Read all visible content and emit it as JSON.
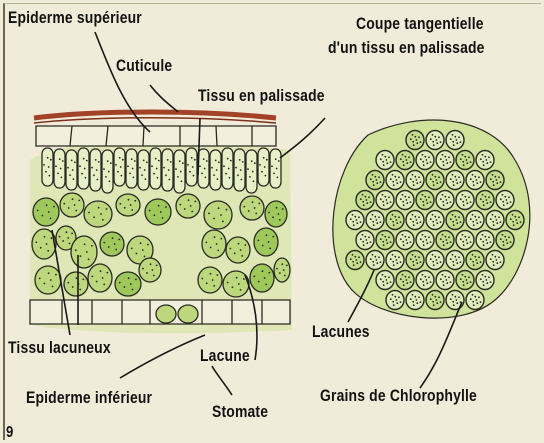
{
  "labels": {
    "epiderme_superieur": "Epiderme supérieur",
    "cuticule": "Cuticule",
    "tissu_palissade": "Tissu en palissade",
    "coupe_line1": "Coupe tangentielle",
    "coupe_line2": "d'un tissu en palissade",
    "tissu_lacuneux": "Tissu lacuneux",
    "lacune": "Lacune",
    "epiderme_inferieur": "Epiderme inférieur",
    "stomate": "Stomate",
    "lacunes": "Lacunes",
    "grains": "Grains de Chlorophylle",
    "figure_number": "9"
  },
  "colors": {
    "cuticle": "#b04a2e",
    "cell_green": "#b9d77a",
    "cell_green_dark": "#8fbf4a",
    "outline": "#2a2a22",
    "background": "#f1ecd9"
  }
}
